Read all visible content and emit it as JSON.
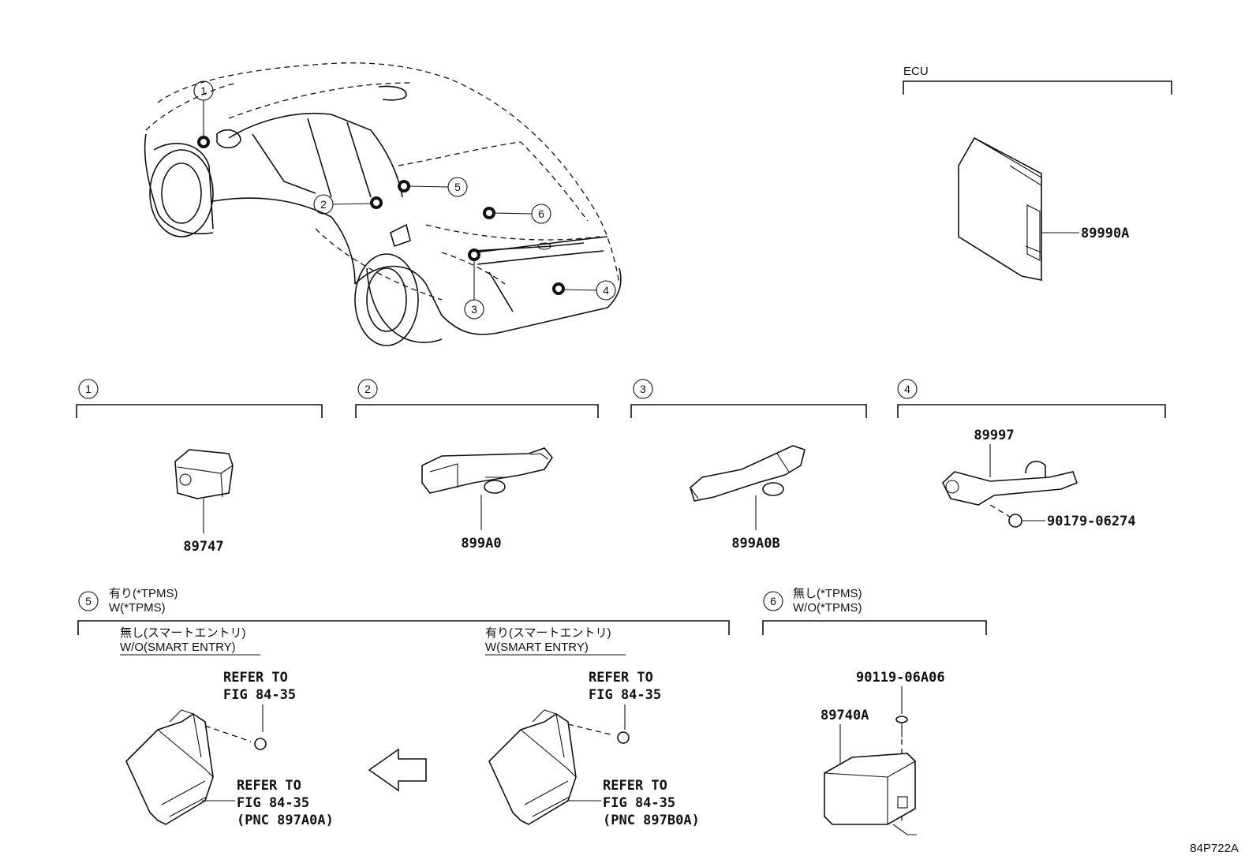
{
  "diagram_code": "84P722A",
  "ecu_section": {
    "title": "ECU",
    "part": "89990A"
  },
  "callouts": [
    "1",
    "2",
    "3",
    "4",
    "5",
    "6"
  ],
  "section1": {
    "num": "1",
    "part": "89747"
  },
  "section2": {
    "num": "2",
    "part": "899A0"
  },
  "section3": {
    "num": "3",
    "part": "899A0B"
  },
  "section4": {
    "num": "4",
    "part_a": "89997",
    "part_b": "90179-06274"
  },
  "section5": {
    "num": "5",
    "cond_jp": "有り(*TPMS)",
    "cond_en": "W(*TPMS)",
    "left": {
      "cond_jp": "無し(スマートエントリ)",
      "cond_en": "W/O(SMART ENTRY)",
      "ref_a_1": "REFER TO",
      "ref_a_2": "FIG 84-35",
      "ref_b_1": "REFER TO",
      "ref_b_2": "FIG 84-35",
      "ref_b_3": "(PNC 897A0A)"
    },
    "right": {
      "cond_jp": "有り(スマートエントリ)",
      "cond_en": "W(SMART ENTRY)",
      "ref_a_1": "REFER TO",
      "ref_a_2": "FIG 84-35",
      "ref_b_1": "REFER TO",
      "ref_b_2": "FIG 84-35",
      "ref_b_3": "(PNC 897B0A)"
    }
  },
  "section6": {
    "num": "6",
    "cond_jp": "無し(*TPMS)",
    "cond_en": "W/O(*TPMS)",
    "part_a": "90119-06A06",
    "part_b": "89740A"
  }
}
